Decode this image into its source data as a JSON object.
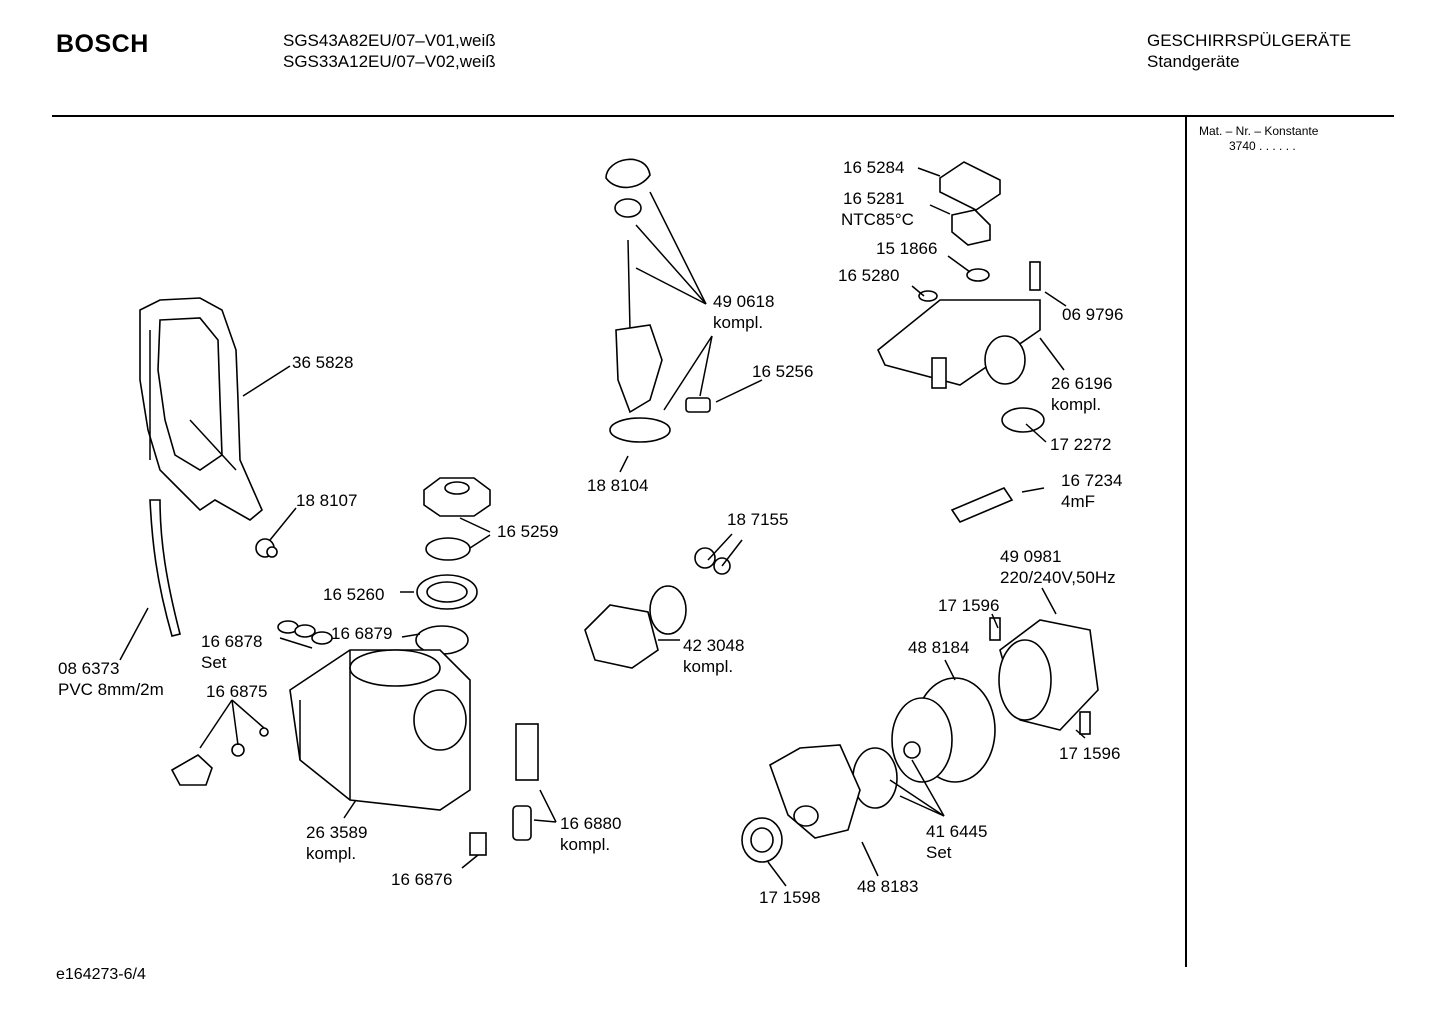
{
  "header": {
    "brand": "BOSCH",
    "model_line_1": "SGS43A82EU/07–V01,weiß",
    "model_line_2": "SGS33A12EU/07–V02,weiß",
    "category": "GESCHIRRSPÜLGERÄTE",
    "subcategory": "Standgeräte"
  },
  "sidebar": {
    "material_label": "Mat. – Nr. – Konstante",
    "material_value": "3740  .  .   .  .  .  ."
  },
  "footer": {
    "document_id": "e164273-6/4"
  },
  "parts": [
    {
      "id": "p-365828",
      "text": "36 5828"
    },
    {
      "id": "p-188107",
      "text": "18 8107"
    },
    {
      "id": "p-086373",
      "text": "08 6373"
    },
    {
      "id": "p-086373-desc",
      "text": "PVC 8mm/2m"
    },
    {
      "id": "p-166878",
      "text": "16 6878"
    },
    {
      "id": "p-166878-set",
      "text": "Set"
    },
    {
      "id": "p-166879",
      "text": "16 6879"
    },
    {
      "id": "p-166875",
      "text": "16 6875"
    },
    {
      "id": "p-165260",
      "text": "16 5260"
    },
    {
      "id": "p-165259",
      "text": "16 5259"
    },
    {
      "id": "p-263589",
      "text": "26 3589"
    },
    {
      "id": "p-263589-kompl",
      "text": "kompl."
    },
    {
      "id": "p-166876",
      "text": "16 6876"
    },
    {
      "id": "p-166880",
      "text": "16 6880"
    },
    {
      "id": "p-166880-kompl",
      "text": "kompl."
    },
    {
      "id": "p-490618",
      "text": "49 0618"
    },
    {
      "id": "p-490618-kompl",
      "text": "kompl."
    },
    {
      "id": "p-165256",
      "text": "16 5256"
    },
    {
      "id": "p-188104",
      "text": "18 8104"
    },
    {
      "id": "p-187155",
      "text": "18 7155"
    },
    {
      "id": "p-423048",
      "text": "42 3048"
    },
    {
      "id": "p-423048-kompl",
      "text": "kompl."
    },
    {
      "id": "p-165284",
      "text": "16 5284"
    },
    {
      "id": "p-165281",
      "text": "16 5281"
    },
    {
      "id": "p-165281-desc",
      "text": "NTC85°C"
    },
    {
      "id": "p-151866",
      "text": "15 1866"
    },
    {
      "id": "p-165280",
      "text": "16 5280"
    },
    {
      "id": "p-069796",
      "text": "06 9796"
    },
    {
      "id": "p-266196",
      "text": "26 6196"
    },
    {
      "id": "p-266196-kompl",
      "text": "kompl."
    },
    {
      "id": "p-172272",
      "text": "17 2272"
    },
    {
      "id": "p-167234",
      "text": "16 7234"
    },
    {
      "id": "p-167234-desc",
      "text": "4mF"
    },
    {
      "id": "p-490981",
      "text": "49 0981"
    },
    {
      "id": "p-490981-desc",
      "text": "220/240V,50Hz"
    },
    {
      "id": "p-171596-a",
      "text": "17 1596"
    },
    {
      "id": "p-488184",
      "text": "48 8184"
    },
    {
      "id": "p-171596-b",
      "text": "17 1596"
    },
    {
      "id": "p-416445",
      "text": "41 6445"
    },
    {
      "id": "p-416445-set",
      "text": "Set"
    },
    {
      "id": "p-488183",
      "text": "48 8183"
    },
    {
      "id": "p-171598",
      "text": "17 1598"
    }
  ]
}
